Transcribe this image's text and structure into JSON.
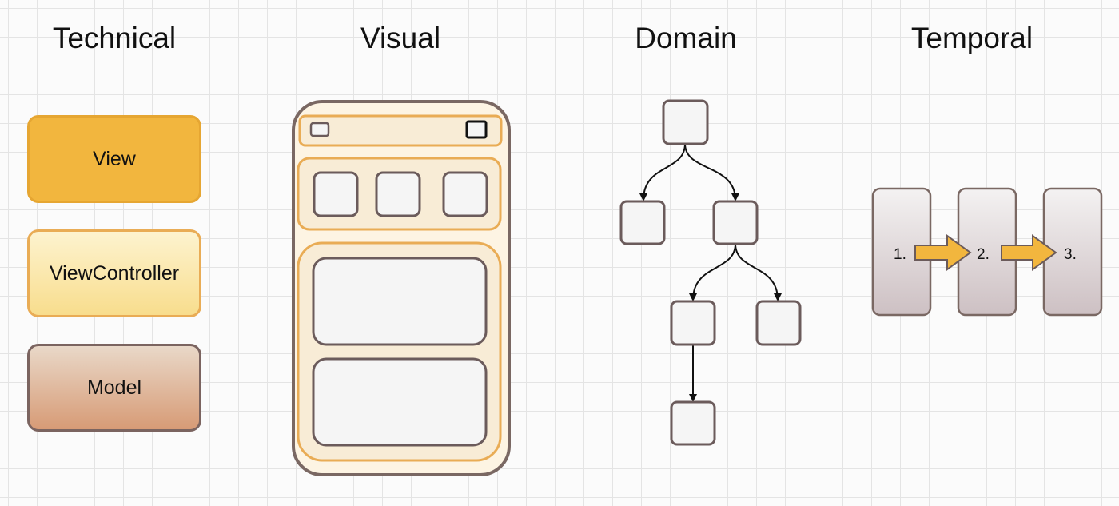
{
  "headings": {
    "technical": "Technical",
    "visual": "Visual",
    "domain": "Domain",
    "temporal": "Temporal"
  },
  "technical": {
    "view": "View",
    "view_controller": "ViewController",
    "model": "Model"
  },
  "temporal": {
    "steps": [
      "1.",
      "2.",
      "3."
    ]
  },
  "colors": {
    "view_fill": "#f2b63e",
    "view_controller_fill": "#f8dd8d",
    "model_fill": "#d79b76",
    "phone_border": "#7a6863",
    "accent_orange": "#e9ac55",
    "arrow_fill": "#f2b63e"
  }
}
